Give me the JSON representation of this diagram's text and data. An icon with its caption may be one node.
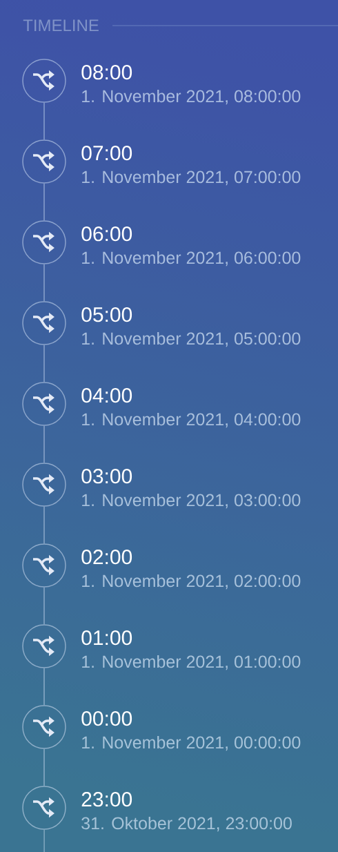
{
  "diagram": {
    "title": "TIMELINE",
    "nodes": [
      {
        "text": [],
        "shape": "circle",
        "beside": [
          "08:00",
          "1. November 2021, 08:00:00"
        ]
      },
      {
        "text": [],
        "shape": "circle",
        "beside": [
          "07:00",
          "1. November 2021, 07:00:00"
        ]
      },
      {
        "text": [],
        "shape": "circle",
        "beside": [
          "06:00",
          "1. November 2021, 06:00:00"
        ]
      },
      {
        "text": [],
        "shape": "circle",
        "beside": [
          "05:00",
          "1. November 2021, 05:00:00"
        ]
      },
      {
        "text": [],
        "shape": "circle",
        "beside": [
          "04:00",
          "1. November 2021, 04:00:00"
        ]
      },
      {
        "text": [],
        "shape": "circle",
        "beside": [
          "03:00",
          "1. November 2021, 03:00:00"
        ]
      },
      {
        "text": [],
        "shape": "circle",
        "beside": [
          "02:00",
          "1. November 2021, 02:00:00"
        ]
      },
      {
        "text": [],
        "shape": "circle",
        "beside": [
          "01:00",
          "1. November 2021, 01:00:00"
        ]
      },
      {
        "text": [],
        "shape": "circle",
        "beside": [
          "00:00",
          "1. November 2021, 00:00:00"
        ]
      },
      {
        "text": [],
        "shape": "circle",
        "beside": [
          "23:00",
          "31. Oktober 2021, 23:00:00"
        ]
      }
    ],
    "edges": [
      {
        "from": 0,
        "to": 1,
        "arrow": "none"
      },
      {
        "from": 1,
        "to": 2,
        "arrow": "none"
      },
      {
        "from": 2,
        "to": 3,
        "arrow": "none"
      },
      {
        "from": 3,
        "to": 4,
        "arrow": "none"
      },
      {
        "from": 4,
        "to": 5,
        "arrow": "none"
      },
      {
        "from": 5,
        "to": 6,
        "arrow": "none"
      },
      {
        "from": 6,
        "to": 7,
        "arrow": "none"
      },
      {
        "from": 7,
        "to": 8,
        "arrow": "none"
      },
      {
        "from": 8,
        "to": 9,
        "arrow": "none"
      },
      {
        "from": 9,
        "to": null,
        "arrow": "none"
      }
    ]
  }
}
